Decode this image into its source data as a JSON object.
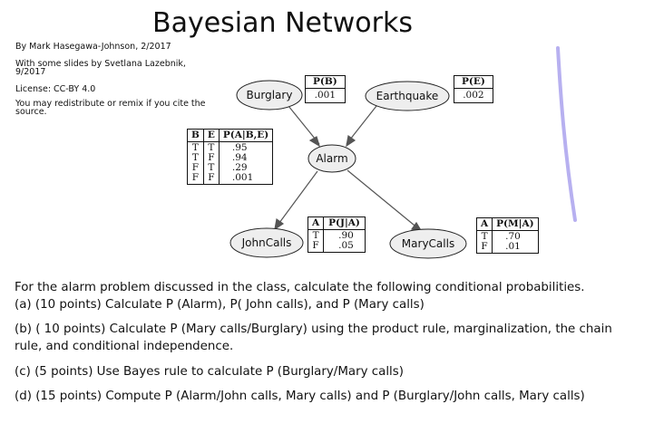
{
  "slide": {
    "title": "Bayesian Networks",
    "author": "By Mark Hasegawa-Johnson, 2/2017",
    "slides_credit_1": "With some slides by Svetlana Lazebnik,",
    "slides_credit_2": "9/2017",
    "license": "License: CC-BY 4.0",
    "redistribute_1": "You may redistribute or remix if you cite the",
    "redistribute_2": "source."
  },
  "network": {
    "nodes": {
      "burglary": "Burglary",
      "earthquake": "Earthquake",
      "alarm": "Alarm",
      "johncalls": "JohnCalls",
      "marycalls": "MaryCalls"
    },
    "pb": {
      "header": "P(B)",
      "value": ".001"
    },
    "pe": {
      "header": "P(E)",
      "value": ".002"
    },
    "alarm_cpt": {
      "headers": [
        "B",
        "E",
        "P(A|B,E)"
      ],
      "b": [
        "T",
        "T",
        "F",
        "F"
      ],
      "e": [
        "T",
        "F",
        "T",
        "F"
      ],
      "p": [
        ".95",
        ".94",
        ".29",
        ".001"
      ]
    },
    "john_cpt": {
      "headers": [
        "A",
        "P(J|A)"
      ],
      "a": [
        "T",
        "F"
      ],
      "p": [
        ".90",
        ".05"
      ]
    },
    "mary_cpt": {
      "headers": [
        "A",
        "P(M|A)"
      ],
      "a": [
        "T",
        "F"
      ],
      "p": [
        ".70",
        ".01"
      ]
    }
  },
  "questions": {
    "intro": "For the alarm problem discussed in the class, calculate the following conditional probabilities.",
    "a": "(a) (10 points) Calculate P (Alarm), P( John calls), and P (Mary calls)",
    "b": "(b) ( 10 points) Calculate P (Mary calls/Burglary) using the product rule, marginalization, the chain rule, and conditional independence.",
    "c": "(c) (5 points) Use Bayes rule to calculate P (Burglary/Mary calls)",
    "d": "(d) (15 points) Compute P (Alarm/John calls, Mary calls) and P (Burglary/John calls, Mary calls)"
  },
  "colors": {
    "node_fill": "#eeeeee",
    "pen_mark": "#b7b0f0"
  }
}
